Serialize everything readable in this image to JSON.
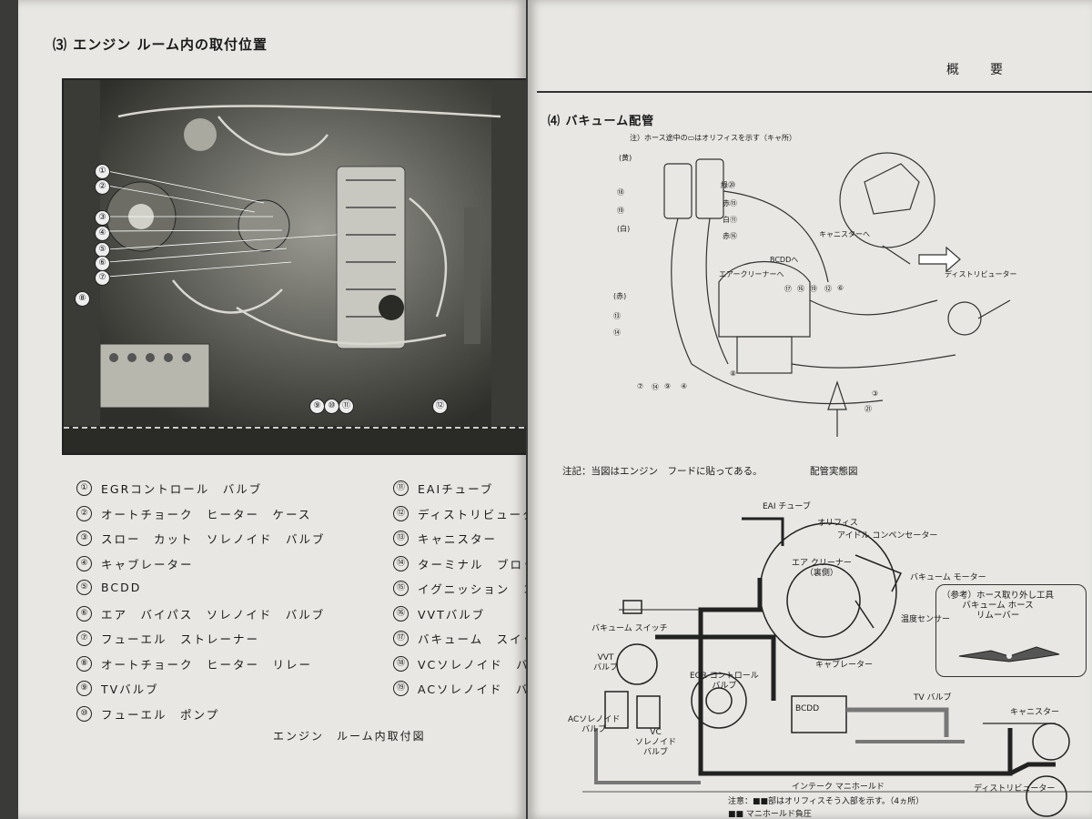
{
  "left_page": {
    "heading": "⑶ エンジン ルーム内の取付位置",
    "callouts": [
      "①",
      "②",
      "③",
      "④",
      "⑤",
      "⑥",
      "⑦",
      "⑧",
      "⑫",
      "⑨",
      "⑩",
      "⑪"
    ],
    "legend": [
      {
        "num": "①",
        "text": "EGRコントロール　バルブ"
      },
      {
        "num": "②",
        "text": "オートチョーク　ヒーター　ケース"
      },
      {
        "num": "③",
        "text": "スロー　カット　ソレノイド　バルブ"
      },
      {
        "num": "④",
        "text": "キャブレーター"
      },
      {
        "num": "⑤",
        "text": "BCDD"
      },
      {
        "num": "⑥",
        "text": "エア　バイパス　ソレノイド　バルブ"
      },
      {
        "num": "⑦",
        "text": "フューエル　ストレーナー"
      },
      {
        "num": "⑧",
        "text": "オートチョーク　ヒーター　リレー"
      },
      {
        "num": "⑨",
        "text": "TVバルブ"
      },
      {
        "num": "⑩",
        "text": "フューエル　ポンプ"
      },
      {
        "num": "⑪",
        "text": "EAIチューブ"
      },
      {
        "num": "⑫",
        "text": "ディストリビューター"
      },
      {
        "num": "⑬",
        "text": "キャニスター"
      },
      {
        "num": "⑭",
        "text": "ターミナル　ブロック"
      },
      {
        "num": "⑮",
        "text": "イグニッション　コイル"
      },
      {
        "num": "⑯",
        "text": "VVTバルブ"
      },
      {
        "num": "⑰",
        "text": "バキューム　スイッチ"
      },
      {
        "num": "⑱",
        "text": "VCソレノイド　バルブ"
      },
      {
        "num": "⑲",
        "text": "ACソレノイド　バルブ"
      }
    ],
    "caption": "エンジン　ルーム内取付図"
  },
  "right_page": {
    "header": "概　　要",
    "heading": "⑷ バキューム配管",
    "note_top": "注）ホース途中の▭はオリフィスを示す（キャ所）",
    "upper_labels": {
      "air_cleaner": "エアークリーナーへ",
      "bcdd": "BCDDへ",
      "canister": "キャニスターへ",
      "distributor": "ディストリビューター"
    },
    "hose_tags": [
      "(黄)",
      "⑱",
      "⑲",
      "(白)",
      "綠⑳",
      "赤⑮",
      "白⑪",
      "赤⑯",
      "⑰",
      "⑯",
      "⑲",
      "⑫",
      "⑥",
      "(赤)",
      "⑬",
      "⑭",
      "⑦",
      "⑭",
      "⑨",
      "④",
      "⑧",
      "③",
      "㉑"
    ],
    "note_mid": "注記：当図はエンジン　フードに貼ってある。",
    "upper_caption": "配管実態図",
    "lower": {
      "eai": "EAI チューブ",
      "orifice": "オリフィス",
      "idle_comp": "アイドル コンペンセーター",
      "air_cleaner": "エア クリーナー\n（裏側）",
      "vac_motor": "バキューム モーター",
      "temp_sensor": "温度センサー",
      "vac_switch": "バキューム スイッチ",
      "vvt_valve": "VVT\nバルブ",
      "egr_valve": "EGR コントロール\nバルブ",
      "carb": "キャブレーター",
      "bcdd": "BCDD",
      "ac_sol": "ACソレノイド\nバルブ",
      "vc_sol": "VC\nソレノイド\nバルブ",
      "tv_valve": "TV バルブ",
      "canister": "キャニスター",
      "intake": "インテーク マニホールド",
      "distributor": "ディストリビューター",
      "tool_box": "（参考）ホース取り外し工具\nバキューム ホース\nリムーバー",
      "note1": "注意：■■部はオリフィスそう入部を示す。（4ヵ所）",
      "note2": "■■ マニホールド負圧"
    }
  }
}
